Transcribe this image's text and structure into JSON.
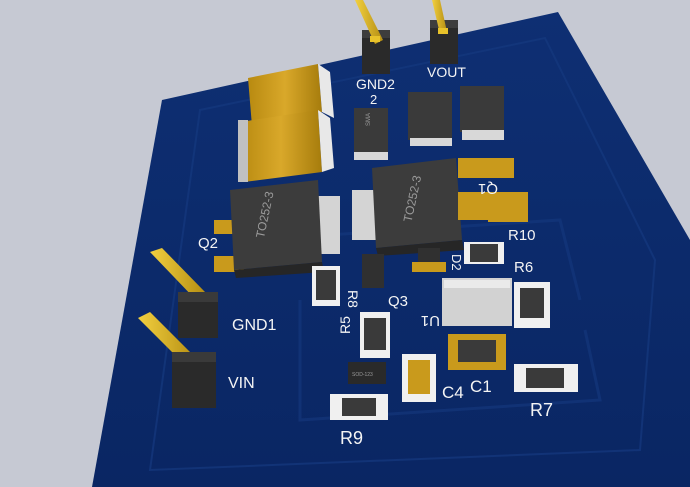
{
  "labels": {
    "gnd2": "GND2",
    "vout": "VOUT",
    "pin2": "2",
    "gnd1": "GND1",
    "vin": "VIN",
    "q2": "Q2",
    "q1": "Q1",
    "r10": "R10",
    "r6": "R6",
    "r8": "R8",
    "r5": "R5",
    "q3": "Q3",
    "u1": "U1",
    "d2": "D2",
    "c1": "C1",
    "c4": "C4",
    "r7": "R7",
    "r9": "R9",
    "to252_left": "TO252-3",
    "to252_right": "TO252-3",
    "sma": "SMA",
    "sod": "SOD-123"
  },
  "colors": {
    "background": "#c6c9d3",
    "pcb_board": "#0b2a6b",
    "copper": "#c99a1c",
    "silkscreen": "#f4f4f4",
    "component_body": "#3a3a3a",
    "pin_gold": "#e8c22a"
  }
}
